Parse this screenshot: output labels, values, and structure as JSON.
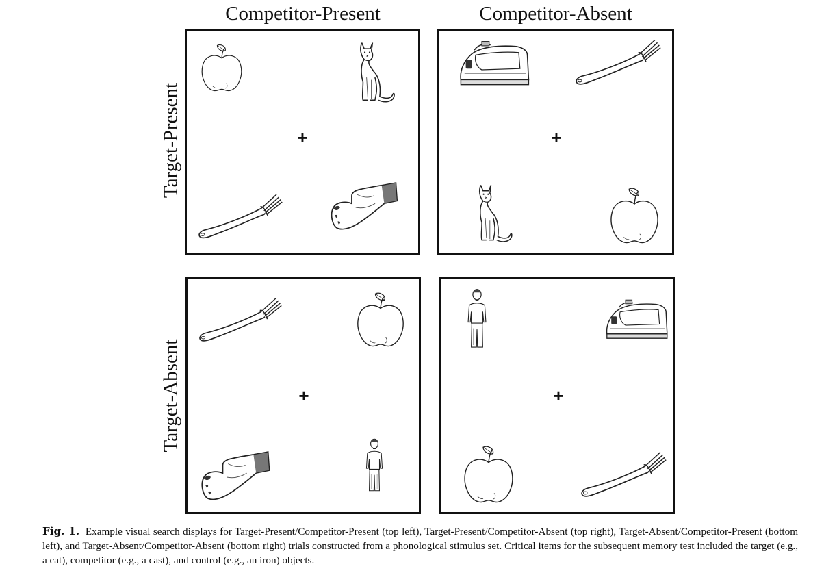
{
  "figure": {
    "column_headers": [
      "Competitor-Present",
      "Competitor-Absent"
    ],
    "row_headers": [
      "Target-Present",
      "Target-Absent"
    ],
    "fixation": "+",
    "panels": [
      {
        "condition": "Target-Present/Competitor-Present",
        "objects": [
          "apple-drawing",
          "cat-drawing",
          "fork-drawing",
          "cast-drawing"
        ]
      },
      {
        "condition": "Target-Present/Competitor-Absent",
        "objects": [
          "iron-drawing",
          "fork-drawing",
          "cat-drawing",
          "apple-drawing"
        ]
      },
      {
        "condition": "Target-Absent/Competitor-Present",
        "objects": [
          "fork-drawing",
          "apple-drawing",
          "cast-drawing",
          "boy-drawing"
        ]
      },
      {
        "condition": "Target-Absent/Competitor-Absent",
        "objects": [
          "boy-drawing",
          "iron-drawing",
          "apple-drawing",
          "fork-drawing"
        ]
      }
    ]
  },
  "caption": {
    "label": "Fig. 1.",
    "text": "Example visual search displays for Target-Present/Competitor-Present (top left), Target-Present/Competitor-Absent (top right), Target-Absent/Competitor-Present (bottom left), and Target-Absent/Competitor-Absent (bottom right) trials constructed from a phonological stimulus set. Critical items for the subsequent memory test included the target (e.g., a cat), competitor (e.g., a cast), and control (e.g., an iron) objects."
  }
}
